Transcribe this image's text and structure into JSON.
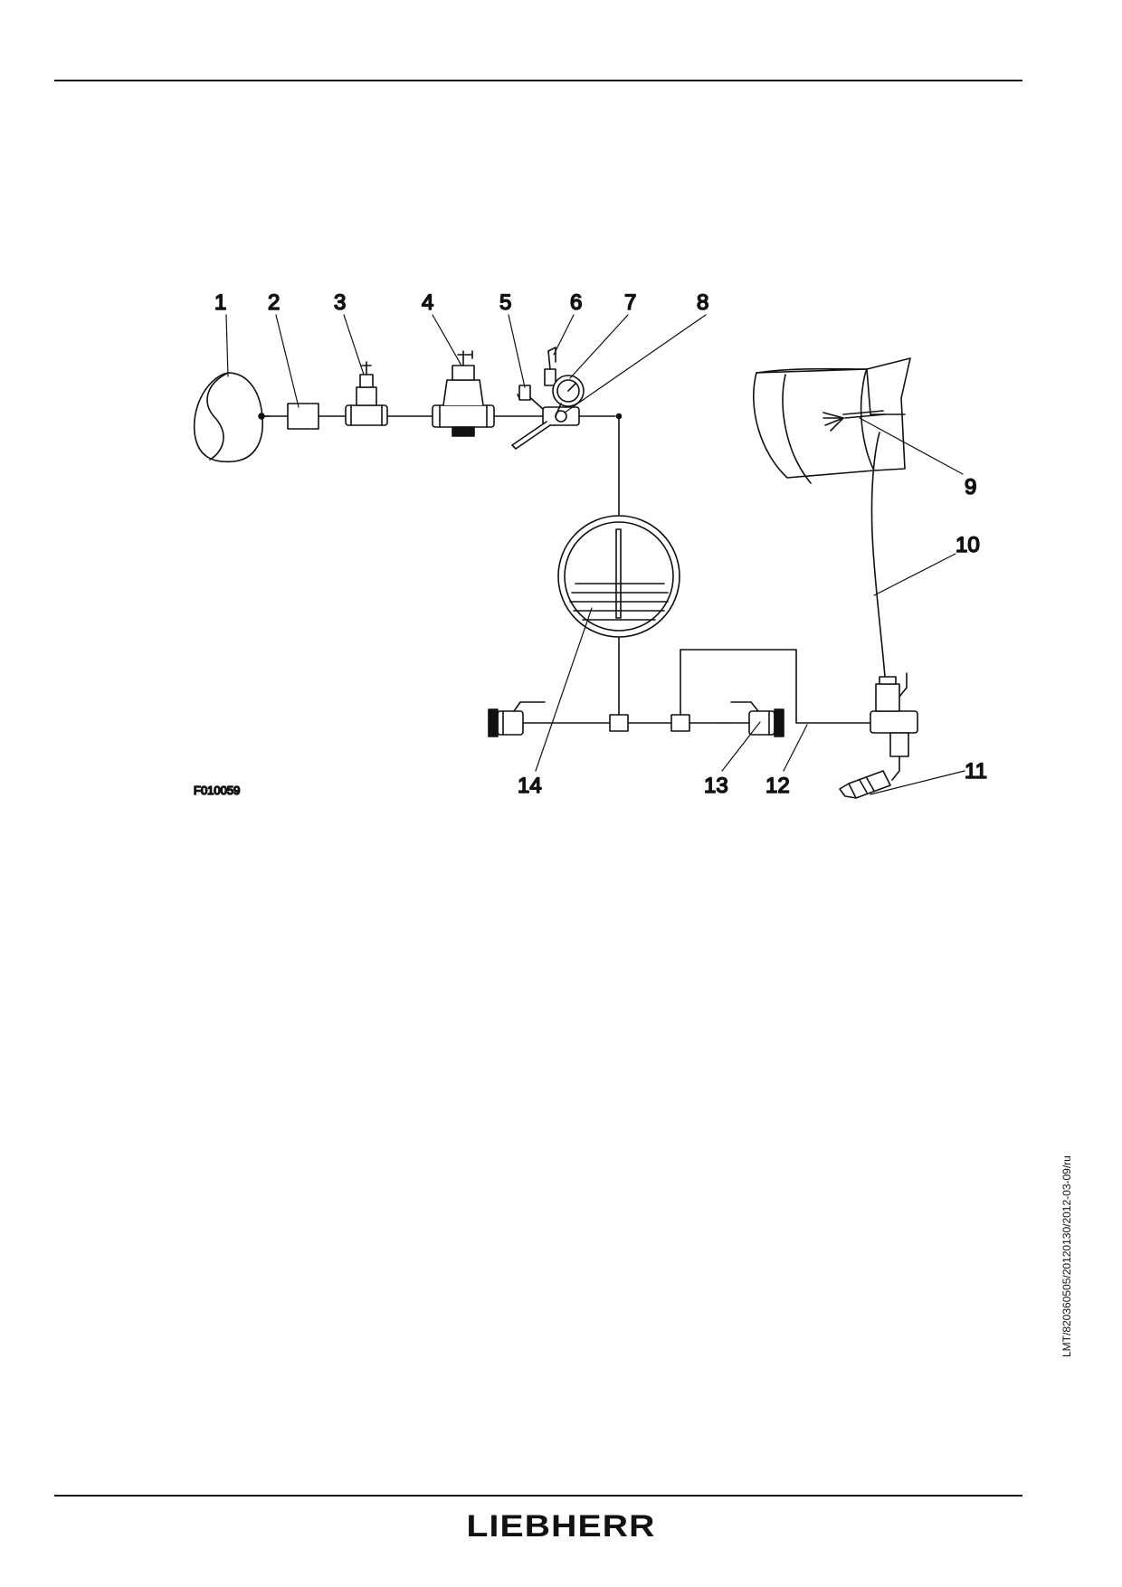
{
  "figure_id": "F010059",
  "document_reference": "LMT/820360505/20120130/2012-03-09/ru",
  "logo_text": "LIEBHERR",
  "callouts": {
    "c1": "1",
    "c2": "2",
    "c3": "3",
    "c4": "4",
    "c5": "5",
    "c6": "6",
    "c7": "7",
    "c8": "8",
    "c9": "9",
    "c10": "10",
    "c11": "11",
    "c12": "12",
    "c13": "13",
    "c14": "14"
  }
}
